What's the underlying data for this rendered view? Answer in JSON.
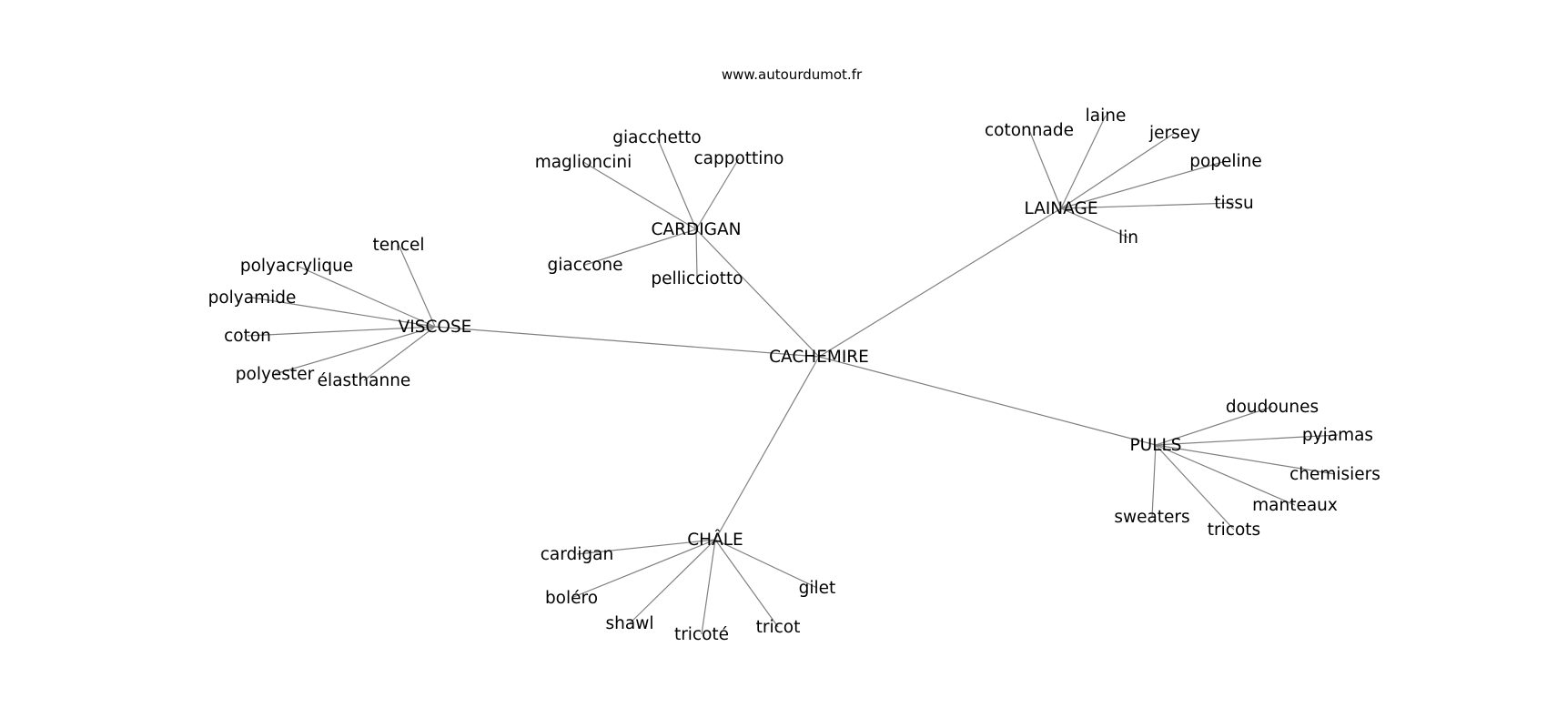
{
  "watermark": "www.autourdumot.fr",
  "graph": {
    "root": "CACHEMIRE",
    "nodes": [
      {
        "id": "CACHEMIRE",
        "label": "CACHEMIRE"
      },
      {
        "id": "CARDIGAN",
        "label": "CARDIGAN"
      },
      {
        "id": "LAINAGE",
        "label": "LAINAGE"
      },
      {
        "id": "VISCOSE",
        "label": "VISCOSE"
      },
      {
        "id": "PULLS",
        "label": "PULLS"
      },
      {
        "id": "CHALE",
        "label": "CHÂLE"
      },
      {
        "id": "giacchetto",
        "label": "giacchetto"
      },
      {
        "id": "maglioncini",
        "label": "maglioncini"
      },
      {
        "id": "cappottino",
        "label": "cappottino"
      },
      {
        "id": "giaccone",
        "label": "giaccone"
      },
      {
        "id": "pellicciotto",
        "label": "pellicciotto"
      },
      {
        "id": "cotonnade",
        "label": "cotonnade"
      },
      {
        "id": "laine",
        "label": "laine"
      },
      {
        "id": "jersey",
        "label": "jersey"
      },
      {
        "id": "popeline",
        "label": "popeline"
      },
      {
        "id": "tissu",
        "label": "tissu"
      },
      {
        "id": "lin",
        "label": "lin"
      },
      {
        "id": "tencel",
        "label": "tencel"
      },
      {
        "id": "polyacrylique",
        "label": "polyacrylique"
      },
      {
        "id": "polyamide",
        "label": "polyamide"
      },
      {
        "id": "coton",
        "label": "coton"
      },
      {
        "id": "polyester",
        "label": "polyester"
      },
      {
        "id": "elasthanne",
        "label": "élasthanne"
      },
      {
        "id": "doudounes",
        "label": "doudounes"
      },
      {
        "id": "pyjamas",
        "label": "pyjamas"
      },
      {
        "id": "chemisiers",
        "label": "chemisiers"
      },
      {
        "id": "manteaux",
        "label": "manteaux"
      },
      {
        "id": "sweaters",
        "label": "sweaters"
      },
      {
        "id": "tricots",
        "label": "tricots"
      },
      {
        "id": "cardigan",
        "label": "cardigan"
      },
      {
        "id": "bolero",
        "label": "boléro"
      },
      {
        "id": "shawl",
        "label": "shawl"
      },
      {
        "id": "tricote",
        "label": "tricoté"
      },
      {
        "id": "tricot",
        "label": "tricot"
      },
      {
        "id": "gilet",
        "label": "gilet"
      }
    ],
    "edges": [
      [
        "CACHEMIRE",
        "CARDIGAN"
      ],
      [
        "CACHEMIRE",
        "LAINAGE"
      ],
      [
        "CACHEMIRE",
        "VISCOSE"
      ],
      [
        "CACHEMIRE",
        "PULLS"
      ],
      [
        "CACHEMIRE",
        "CHALE"
      ],
      [
        "CARDIGAN",
        "giacchetto"
      ],
      [
        "CARDIGAN",
        "maglioncini"
      ],
      [
        "CARDIGAN",
        "cappottino"
      ],
      [
        "CARDIGAN",
        "giaccone"
      ],
      [
        "CARDIGAN",
        "pellicciotto"
      ],
      [
        "LAINAGE",
        "cotonnade"
      ],
      [
        "LAINAGE",
        "laine"
      ],
      [
        "LAINAGE",
        "jersey"
      ],
      [
        "LAINAGE",
        "popeline"
      ],
      [
        "LAINAGE",
        "tissu"
      ],
      [
        "LAINAGE",
        "lin"
      ],
      [
        "VISCOSE",
        "tencel"
      ],
      [
        "VISCOSE",
        "polyacrylique"
      ],
      [
        "VISCOSE",
        "polyamide"
      ],
      [
        "VISCOSE",
        "coton"
      ],
      [
        "VISCOSE",
        "polyester"
      ],
      [
        "VISCOSE",
        "elasthanne"
      ],
      [
        "PULLS",
        "doudounes"
      ],
      [
        "PULLS",
        "pyjamas"
      ],
      [
        "PULLS",
        "chemisiers"
      ],
      [
        "PULLS",
        "manteaux"
      ],
      [
        "PULLS",
        "sweaters"
      ],
      [
        "PULLS",
        "tricots"
      ],
      [
        "CHALE",
        "cardigan"
      ],
      [
        "CHALE",
        "bolero"
      ],
      [
        "CHALE",
        "shawl"
      ],
      [
        "CHALE",
        "tricote"
      ],
      [
        "CHALE",
        "tricot"
      ],
      [
        "CHALE",
        "gilet"
      ]
    ],
    "edge_color": "#808080"
  }
}
